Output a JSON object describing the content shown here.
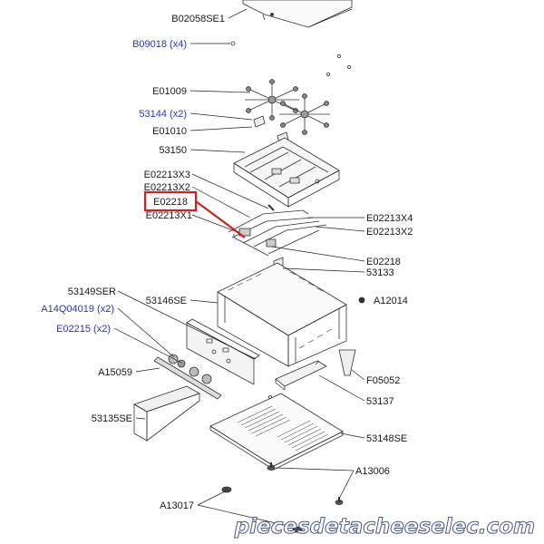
{
  "parts": {
    "b02058se1": "B02058SE1",
    "b09018": "B09018  (x4)",
    "e01009": "E01009",
    "p53144": "53144  (x2)",
    "e01010": "E01010",
    "p53150": "53150",
    "e02213x3": "E02213X3",
    "e02213x2_left": "E02213X2",
    "e02218_highlight": "E02218",
    "e02213x1": "E02213X1",
    "e02213x4": "E02213X4",
    "e02213x2_right": "E02213X2",
    "e02218_right": "E02218",
    "p53133": "53133",
    "p53149ser": "53149SER",
    "p53146se": "53146SE",
    "a12014": "A12014",
    "a14q04019": "A14Q04019  (x2)",
    "e02215": "E02215  (x2)",
    "a15059": "A15059",
    "f05052": "F05052",
    "p53137": "53137",
    "p53135se": "53135SE",
    "p53148se": "53148SE",
    "a13006": "A13006",
    "a13017": "A13017"
  },
  "watermark": "piecesdetacheeselec.com",
  "colors": {
    "label_default": "#1a1a1a",
    "label_blue": "#2b3aa8",
    "highlight_border": "#cc2222",
    "watermark_fill": "#ffffff",
    "watermark_stroke": "#4a5a8a"
  }
}
